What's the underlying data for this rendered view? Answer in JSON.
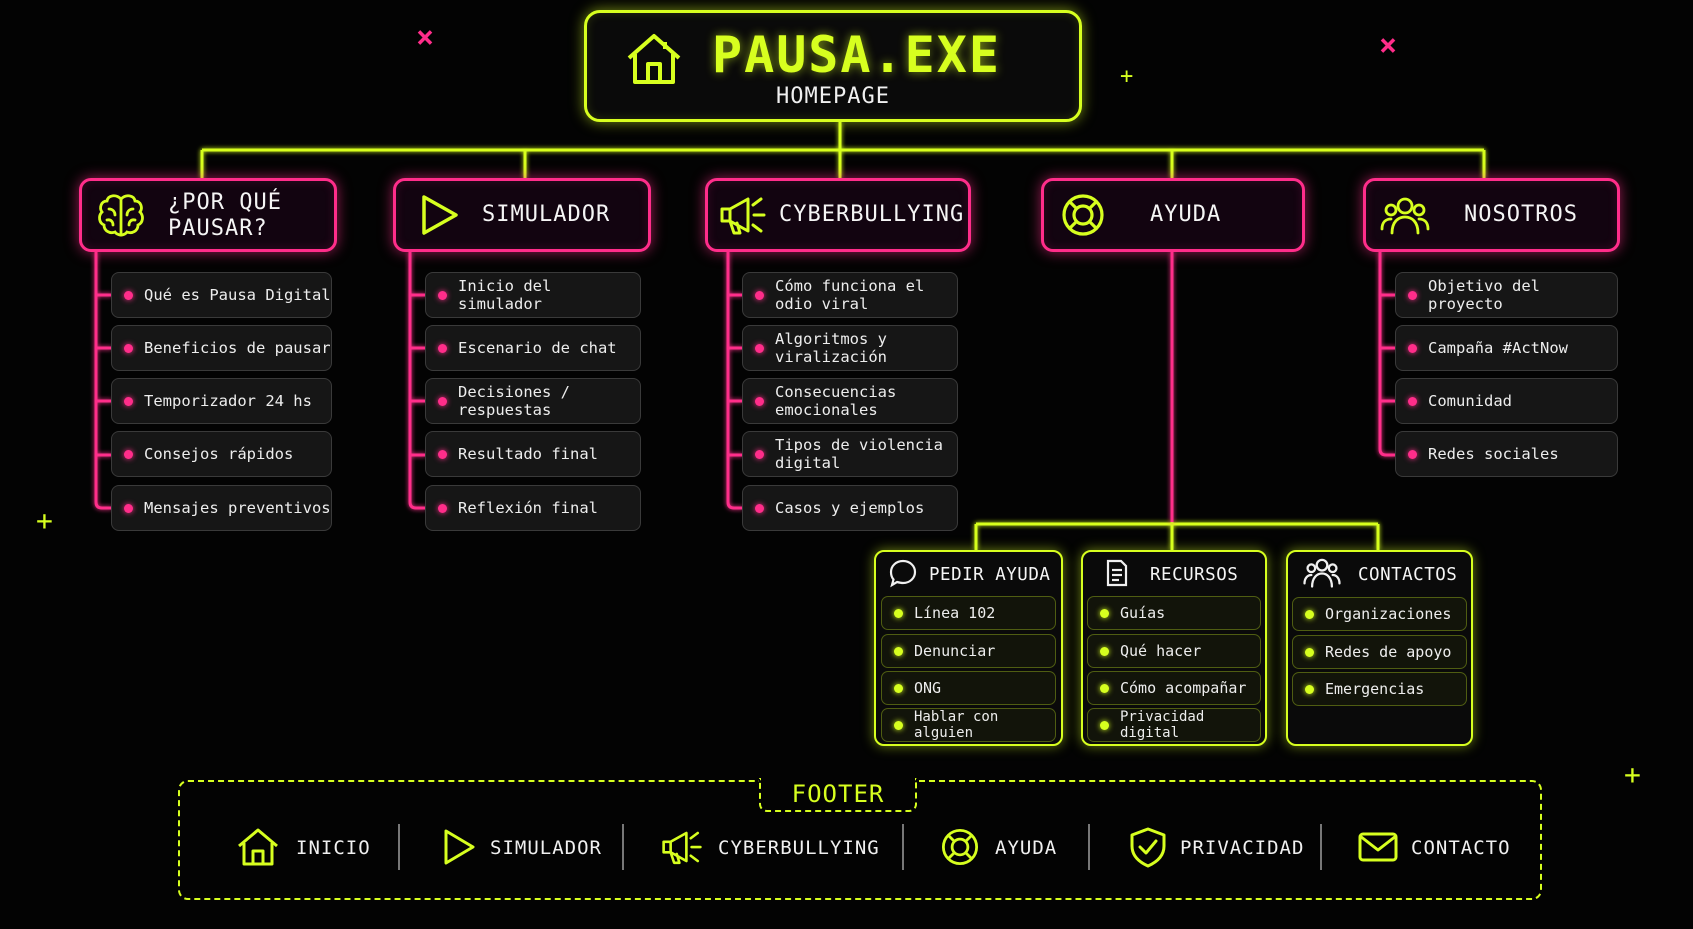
{
  "colors": {
    "lime": "#d7ff1f",
    "pink": "#ff2d8a",
    "background": "#030303"
  },
  "root": {
    "title": "PAUSA.EXE",
    "subtitle": "HOMEPAGE",
    "icon": "house-icon"
  },
  "sections": [
    {
      "label_lines": [
        "¿POR QUÉ",
        "PAUSAR?"
      ],
      "icon": "brain-icon",
      "items": [
        "Qué es Pausa Digital",
        "Beneficios de pausar",
        "Temporizador 24 hs",
        "Consejos rápidos",
        "Mensajes preventivos"
      ]
    },
    {
      "label_lines": [
        "SIMULADOR"
      ],
      "icon": "play-icon",
      "items": [
        "Inicio del simulador",
        "Escenario de chat",
        "Decisiones / respuestas",
        "Resultado final",
        "Reflexión final"
      ]
    },
    {
      "label_lines": [
        "CYBERBULLYING"
      ],
      "icon": "megaphone-icon",
      "items": [
        "Cómo funciona el odio viral",
        "Algoritmos y viralización",
        "Consecuencias emocionales",
        "Tipos de violencia digital",
        "Casos y ejemplos"
      ]
    },
    {
      "label_lines": [
        "AYUDA"
      ],
      "icon": "lifebuoy-icon",
      "items": []
    },
    {
      "label_lines": [
        "NOSOTROS"
      ],
      "icon": "users-icon",
      "items": [
        "Objetivo del proyecto",
        "Campaña #ActNow",
        "Comunidad",
        "Redes sociales"
      ]
    }
  ],
  "help": [
    {
      "label": "PEDIR AYUDA",
      "icon": "chat-bubble-icon",
      "items": [
        "Línea 102",
        "Denunciar",
        "ONG",
        "Hablar con alguien"
      ]
    },
    {
      "label": "RECURSOS",
      "icon": "document-icon",
      "items": [
        "Guías",
        "Qué hacer",
        "Cómo acompañar",
        "Privacidad digital"
      ]
    },
    {
      "label": "CONTACTOS",
      "icon": "users-icon",
      "items": [
        "Organizaciones",
        "Redes de apoyo",
        "Emergencias"
      ]
    }
  ],
  "footer": {
    "title": "FOOTER",
    "items": [
      {
        "label": "INICIO",
        "icon": "house-icon"
      },
      {
        "label": "SIMULADOR",
        "icon": "play-icon"
      },
      {
        "label": "CYBERBULLYING",
        "icon": "megaphone-icon"
      },
      {
        "label": "AYUDA",
        "icon": "lifebuoy-icon"
      },
      {
        "label": "PRIVACIDAD",
        "icon": "shield-check-icon"
      },
      {
        "label": "CONTACTO",
        "icon": "mail-icon"
      }
    ]
  }
}
